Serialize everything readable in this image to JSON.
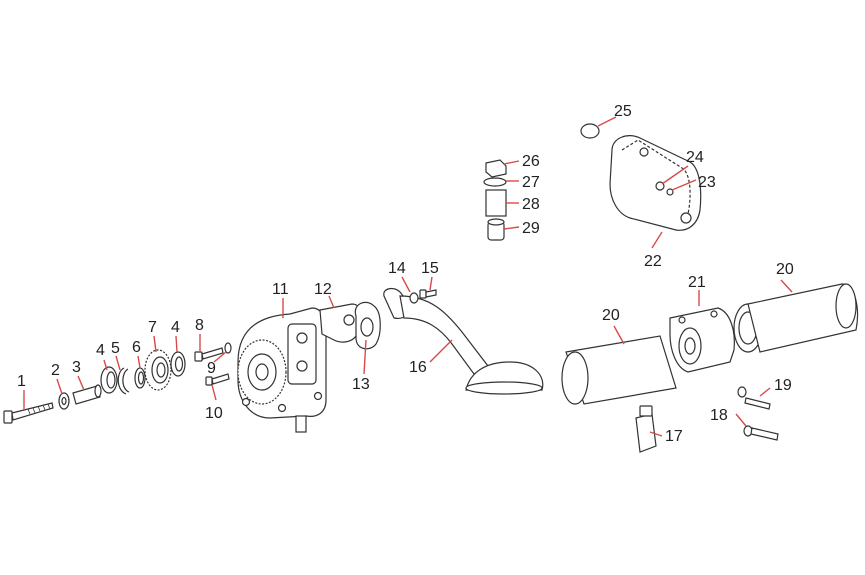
{
  "diagram": {
    "callouts": [
      {
        "id": "c1",
        "text": "1"
      },
      {
        "id": "c2",
        "text": "2"
      },
      {
        "id": "c3",
        "text": "3"
      },
      {
        "id": "c4a",
        "text": "4"
      },
      {
        "id": "c5",
        "text": "5"
      },
      {
        "id": "c6",
        "text": "6"
      },
      {
        "id": "c7",
        "text": "7"
      },
      {
        "id": "c4b",
        "text": "4"
      },
      {
        "id": "c8",
        "text": "8"
      },
      {
        "id": "c9",
        "text": "9"
      },
      {
        "id": "c10",
        "text": "10"
      },
      {
        "id": "c11",
        "text": "11"
      },
      {
        "id": "c12",
        "text": "12"
      },
      {
        "id": "c13",
        "text": "13"
      },
      {
        "id": "c14",
        "text": "14"
      },
      {
        "id": "c15",
        "text": "15"
      },
      {
        "id": "c16",
        "text": "16"
      },
      {
        "id": "c17",
        "text": "17"
      },
      {
        "id": "c18",
        "text": "18"
      },
      {
        "id": "c19",
        "text": "19"
      },
      {
        "id": "c20a",
        "text": "20"
      },
      {
        "id": "c20b",
        "text": "20"
      },
      {
        "id": "c21",
        "text": "21"
      },
      {
        "id": "c22",
        "text": "22"
      },
      {
        "id": "c23",
        "text": "23"
      },
      {
        "id": "c24",
        "text": "24"
      },
      {
        "id": "c25",
        "text": "25"
      },
      {
        "id": "c26",
        "text": "26"
      },
      {
        "id": "c27",
        "text": "27"
      },
      {
        "id": "c28",
        "text": "28"
      },
      {
        "id": "c29",
        "text": "29"
      }
    ],
    "colors": {
      "leader": "#d84a4a",
      "line": "#333333",
      "fill": "#ffffff"
    }
  }
}
